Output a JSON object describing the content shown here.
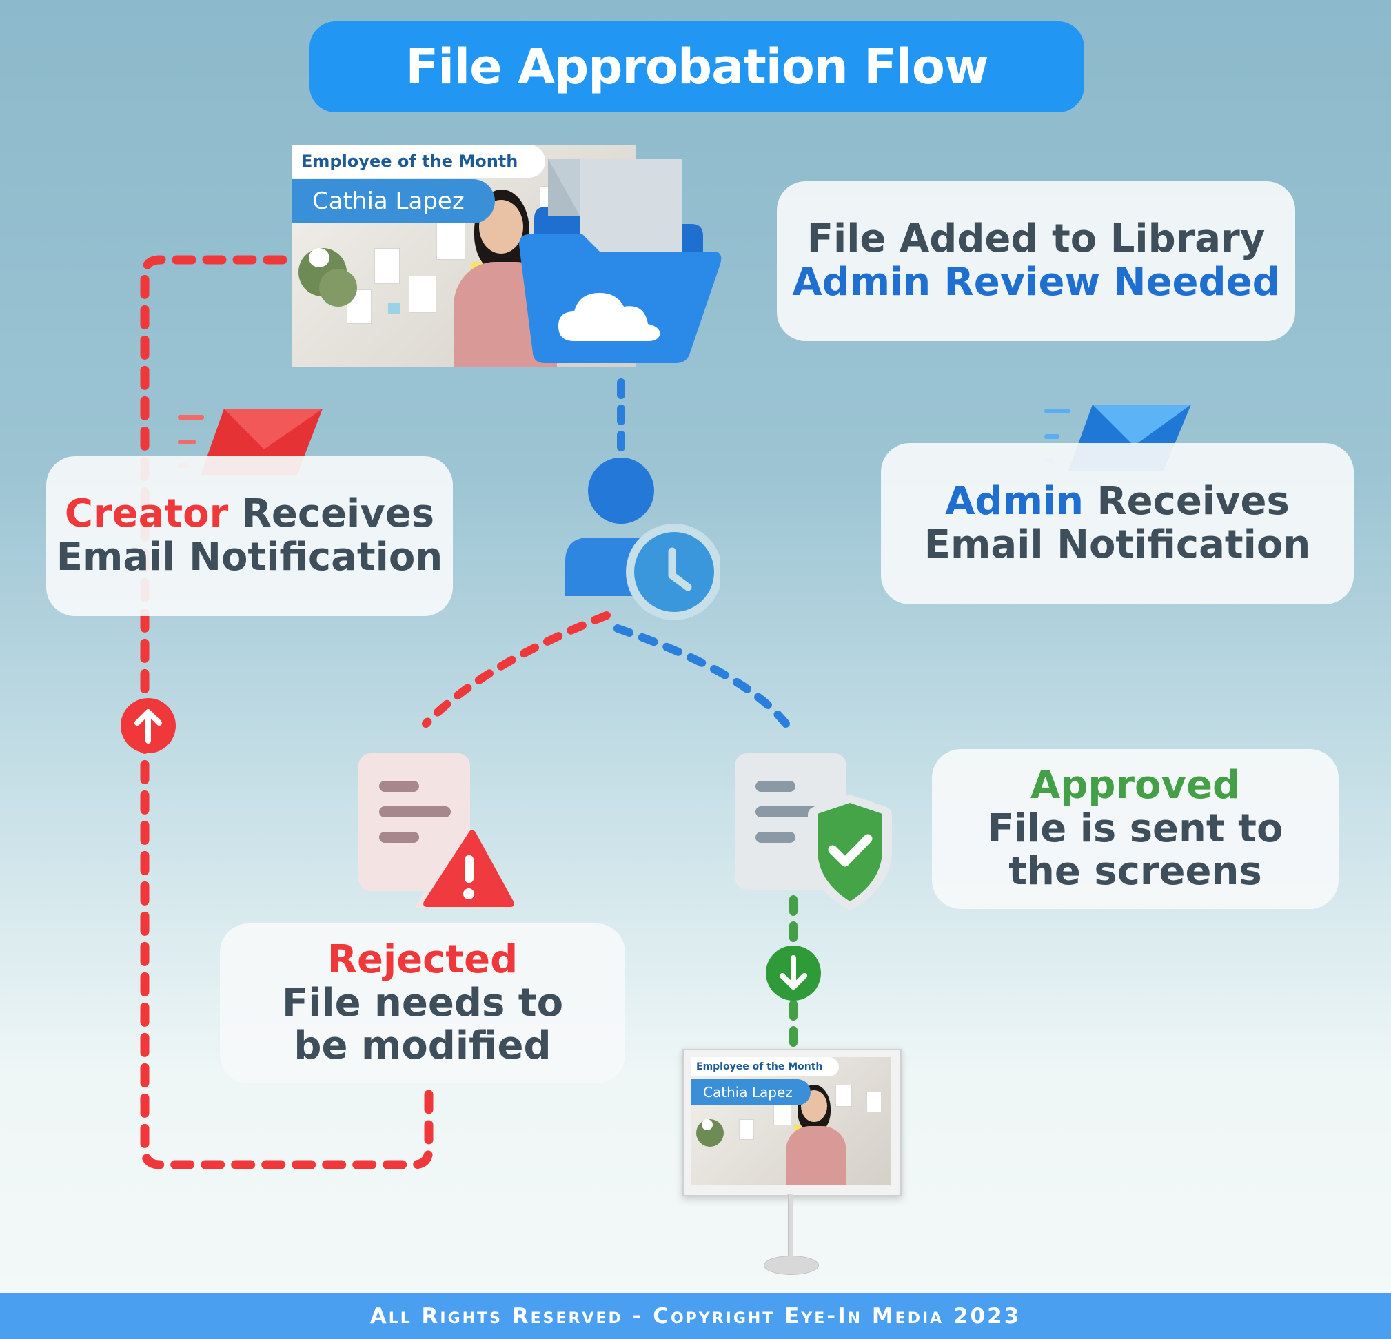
{
  "title": "File Approbation Flow",
  "banner": {
    "tag": "Employee of the Month",
    "name": "Cathia Lapez"
  },
  "steps": {
    "file_added": {
      "line1": "File Added to Library",
      "line2": "Admin Review Needed"
    },
    "admin_email": {
      "actor": "Admin",
      "rest": "Receives",
      "line2": "Email Notification"
    },
    "creator_email": {
      "actor": "Creator",
      "rest": "Receives",
      "line2": "Email Notification"
    },
    "rejected": {
      "status": "Rejected",
      "line2": "File needs to",
      "line3": "be modified"
    },
    "approved": {
      "status": "Approved",
      "line2": "File is sent to",
      "line3": "the screens"
    }
  },
  "colors": {
    "blue": "#2196f3",
    "red": "#f0383a",
    "green": "#43a046",
    "text": "#3e4f5b"
  },
  "icons": [
    "folder-cloud-icon",
    "admin-clock-icon",
    "red-envelope-icon",
    "blue-envelope-icon",
    "document-warning-icon",
    "document-shield-check-icon",
    "arrow-up-icon",
    "arrow-down-icon",
    "display-screen-icon"
  ],
  "footer": "All Rights Reserved - Copyright Eye-In Media 2023"
}
